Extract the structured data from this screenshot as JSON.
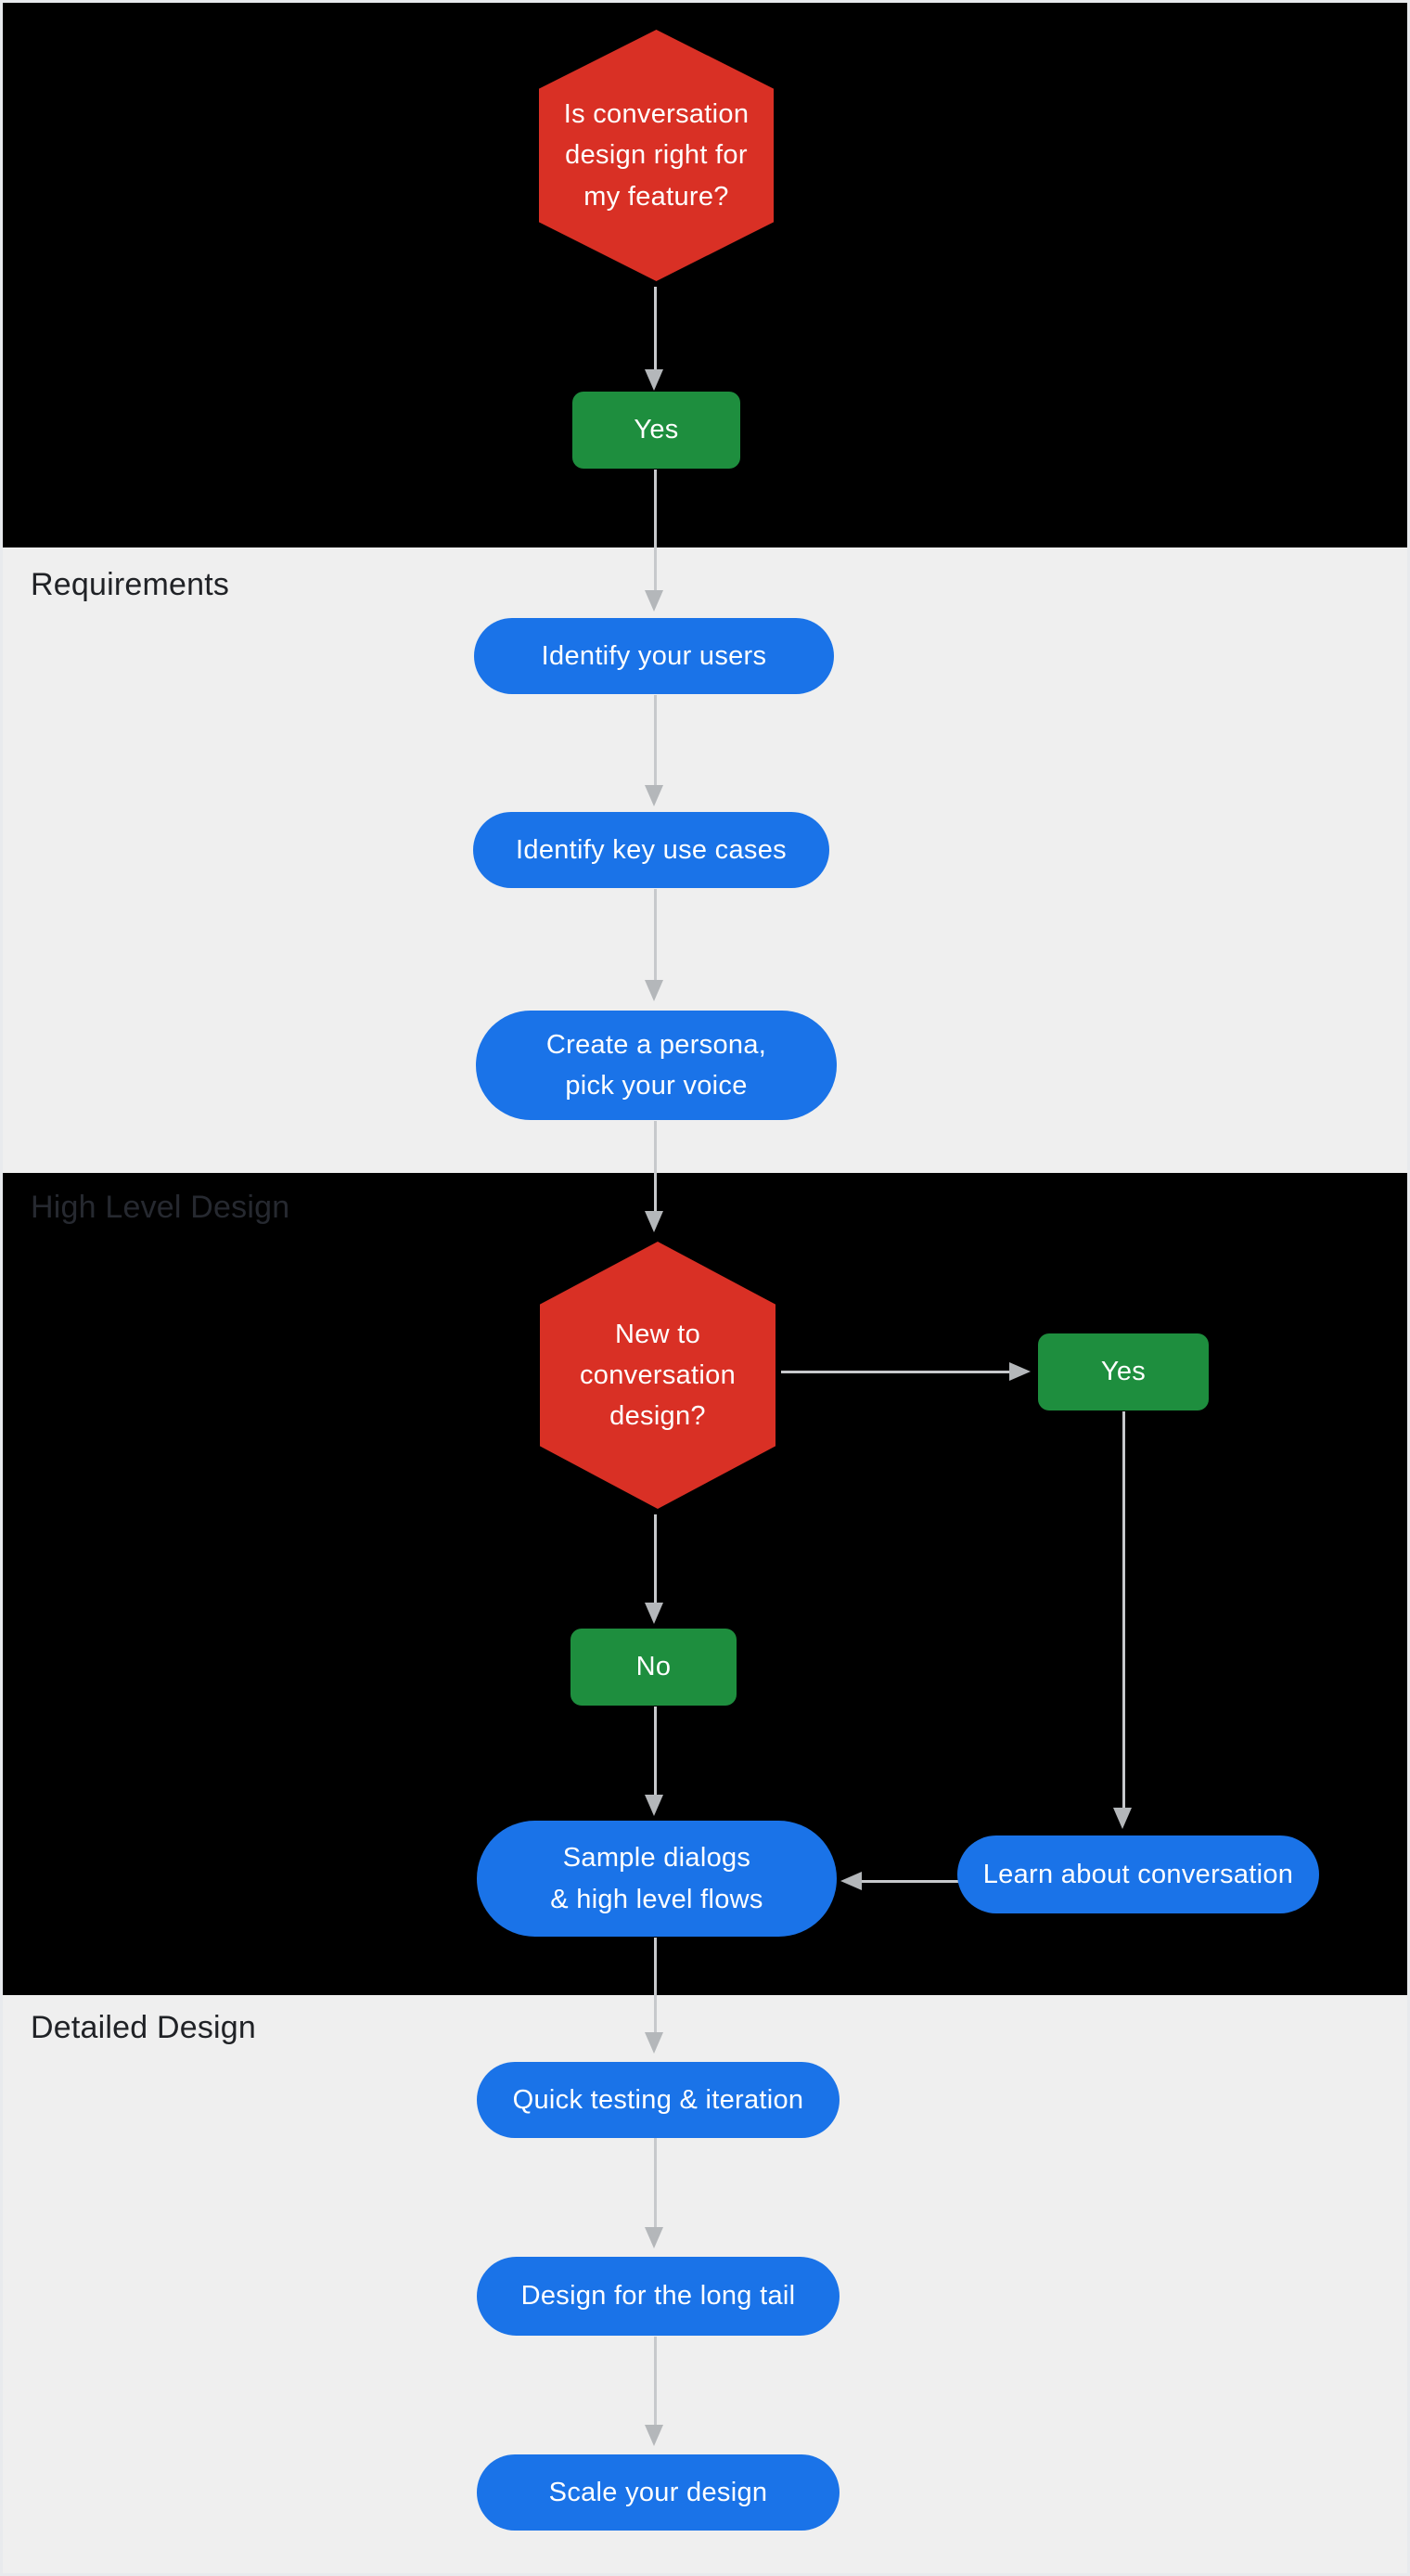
{
  "colors": {
    "canvas_border": "#e8eaed",
    "band_dark": "#000000",
    "band_light": "#efefef",
    "node_red": "#d93025",
    "node_green": "#1e8e3e",
    "node_blue": "#1a73e8",
    "node_text": "#ffffff",
    "arrow_line": "#c7c9cc",
    "arrow_head": "#b4b7ba",
    "label_on_light": "#202226",
    "label_on_dark": "#262930"
  },
  "sections": {
    "requirements": {
      "label": "Requirements"
    },
    "high_level_design": {
      "label": "High Level Design"
    },
    "detailed_design": {
      "label": "Detailed Design"
    }
  },
  "nodes": {
    "q_feature": {
      "type": "decision",
      "text": "Is conversation\ndesign right for\nmy feature?"
    },
    "yes_start": {
      "type": "answer",
      "text": "Yes"
    },
    "identify_users": {
      "type": "step",
      "text": "Identify your users"
    },
    "identify_use_cases": {
      "type": "step",
      "text": "Identify key use cases"
    },
    "create_persona": {
      "type": "step",
      "text": "Create a persona,\npick your voice"
    },
    "q_new_to_cd": {
      "type": "decision",
      "text": "New to\nconversation\ndesign?"
    },
    "yes_new": {
      "type": "answer",
      "text": "Yes"
    },
    "no_new": {
      "type": "answer",
      "text": "No"
    },
    "learn_conversation": {
      "type": "step",
      "text": "Learn about conversation"
    },
    "sample_dialogs": {
      "type": "step",
      "text": "Sample dialogs\n& high level flows"
    },
    "quick_testing": {
      "type": "step",
      "text": "Quick testing & iteration"
    },
    "long_tail": {
      "type": "step",
      "text": "Design for the long tail"
    },
    "scale_design": {
      "type": "step",
      "text": "Scale your design"
    }
  }
}
